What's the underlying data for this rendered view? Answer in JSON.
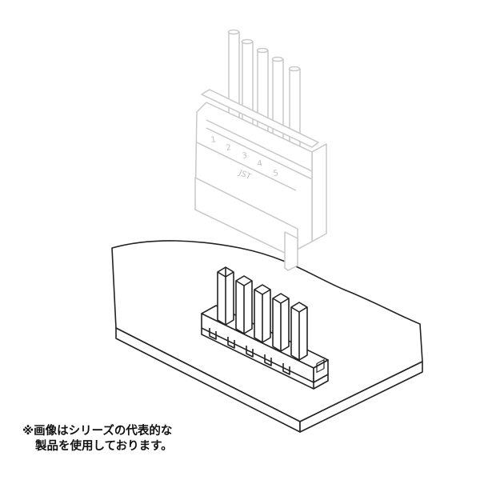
{
  "connector_markings": {
    "pins": [
      "1",
      "2",
      "3",
      "4",
      "5"
    ],
    "brand": "JST"
  },
  "caption": {
    "line1": "※画像はシリーズの代表的な",
    "line2": "製品を使用しております。"
  },
  "colors": {
    "housing_outline": "#c8c8c8",
    "board_outline": "#222222",
    "background": "#ffffff"
  }
}
